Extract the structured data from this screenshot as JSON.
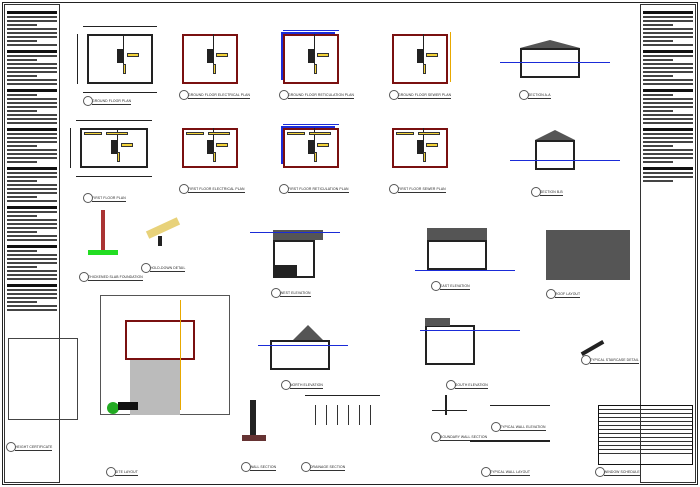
{
  "sheet": {
    "drawings": {
      "gf_plan": "GROUND FLOOR PLAN",
      "gf_elec": "GROUND FLOOR ELECTRICAL PLAN",
      "gf_retic": "GROUND FLOOR RETICULATION PLAN",
      "gf_sewer": "GROUND FLOOR SEWER PLAN",
      "section_a": "SECTION A-A",
      "ff_plan": "FIRST FLOOR PLAN",
      "ff_elec": "FIRST FLOOR ELECTRICAL PLAN",
      "ff_retic": "FIRST FLOOR RETICULATION PLAN",
      "ff_sewer": "FIRST FLOOR SEWER PLAN",
      "section_b": "SECTION B-B",
      "slab": "THICKENED SLAB FOUNDATION",
      "holddown": "HOLD-DOWN DETAIL",
      "west": "WEST ELEVATION",
      "east": "EAST ELEVATION",
      "roof": "ROOF LAYOUT",
      "stair": "TYPICAL STAIRCASE DETAIL",
      "north": "NORTH ELEVATION",
      "south": "SOUTH ELEVATION",
      "height": "HEIGHT CERTIFICATE",
      "site": "SITE LAYOUT",
      "wall_section": "WALL SECTION",
      "drainage": "DRAINAGE SECTION",
      "boundary": "BOUNDARY WALL SECTION",
      "wall_elev": "TYPICAL WALL ELEVATION",
      "wall_layout": "TYPICAL WALL LAYOUT",
      "window": "WINDOW SCHEDULE"
    }
  },
  "colors": {
    "wall": "#7a1010",
    "water": "#1a2bd8",
    "highlight": "#f3d33a",
    "sewer": "#e8a800"
  }
}
